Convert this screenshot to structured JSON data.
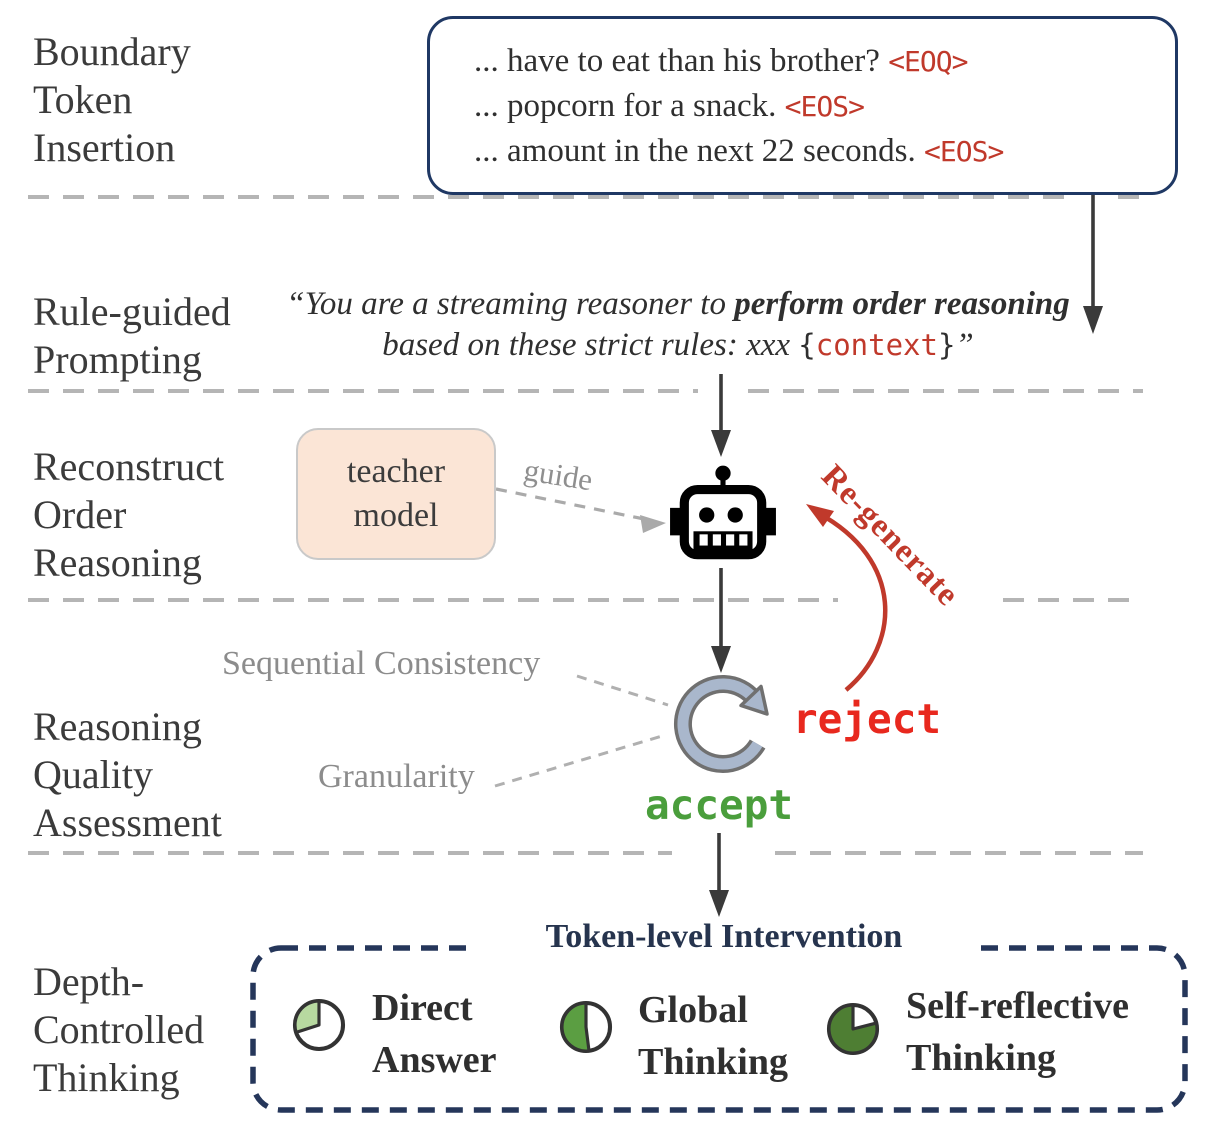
{
  "stages": [
    {
      "label": "Boundary\nToken\nInsertion"
    },
    {
      "label": "Rule-guided\nPrompting"
    },
    {
      "label": "Reconstruct\nOrder\nReasoning"
    },
    {
      "label": "Reasoning\nQuality\nAssessment"
    },
    {
      "label": "Depth-\nControlled\nThinking"
    }
  ],
  "boundary_box": {
    "lines": [
      {
        "text": "... have to eat than his brother? ",
        "token": "<EOQ>"
      },
      {
        "text": "... popcorn for a snack. ",
        "token": "<EOS>"
      },
      {
        "text": "... amount in the next 22 seconds. ",
        "token": "<EOS>"
      }
    ]
  },
  "prompt": {
    "open": "“You are a streaming reasoner to ",
    "bold": "perform order reasoning",
    "mid": " based on these strict rules: xxx ",
    "brace_open": "{",
    "context": "context",
    "brace_close": "}",
    "close": "”"
  },
  "teacher": {
    "label": "teacher\nmodel"
  },
  "labels": {
    "guide": "guide",
    "regenerate": "Re-generate",
    "reject": "reject",
    "accept": "accept",
    "sequential_consistency": "Sequential Consistency",
    "granularity": "Granularity"
  },
  "intervention": {
    "title": "Token-level Intervention",
    "items": [
      {
        "label": "Direct\nAnswer",
        "fraction": 0.3,
        "color": "#b7d9a0"
      },
      {
        "label": "Global\nThinking",
        "fraction": 0.52,
        "color": "#5b9e42"
      },
      {
        "label": "Self-reflective\nThinking",
        "fraction": 0.79,
        "color": "#4e7e33"
      }
    ]
  },
  "colors": {
    "accent_navy": "#1f3864",
    "token_red": "#c0392b",
    "reject_red": "#e8281e",
    "accept_green": "#4a9e3c",
    "teacher_fill": "#fbe5d6",
    "cycle_fill": "#a9b7cc",
    "separator_gray": "#b5b5b5",
    "pie_outline": "#333333"
  }
}
